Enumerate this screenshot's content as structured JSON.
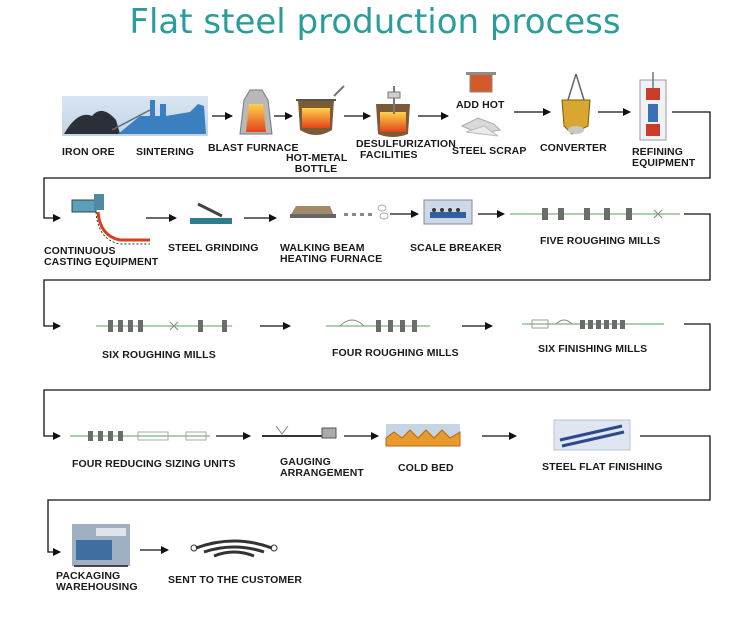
{
  "title": "Flat steel production process",
  "steps": {
    "iron_ore": "IRON ORE",
    "sintering": "SINTERING",
    "blast_furnace": "BLAST FURNACE",
    "hot_metal_bottle": [
      "HOT-METAL",
      "BOTTLE"
    ],
    "desulfurization": [
      "DESULFURIZATION",
      "FACILITIES"
    ],
    "add_hot": "ADD HOT",
    "steel_scrap": "STEEL SCRAP",
    "converter": "CONVERTER",
    "refining": [
      "REFINING",
      "EQUIPMENT"
    ],
    "continuous_casting": [
      "CONTINUOUS",
      "CASTING EQUIPMENT"
    ],
    "steel_grinding": "STEEL GRINDING",
    "walking_beam": [
      "WALKING BEAM",
      "HEATING FURNACE"
    ],
    "scale_breaker": "SCALE BREAKER",
    "five_roughing": "FIVE ROUGHING MILLS",
    "six_roughing": "SIX ROUGHING MILLS",
    "four_roughing": "FOUR ROUGHING MILLS",
    "six_finishing": "SIX FINISHING MILLS",
    "four_reducing": "FOUR REDUCING SIZING UNITS",
    "gauging": [
      "GAUGING",
      "ARRANGEMENT"
    ],
    "cold_bed": "COLD BED",
    "steel_flat_finishing": "STEEL FLAT FINISHING",
    "packaging": [
      "PACKAGING",
      "WAREHOUSING"
    ],
    "sent_to_customer": "SENT TO THE CUSTOMER"
  },
  "colors": {
    "title": "#2a9d9a",
    "arrow": "#111111",
    "molten": "#e8601c",
    "mill_line": "#8fc28f"
  }
}
